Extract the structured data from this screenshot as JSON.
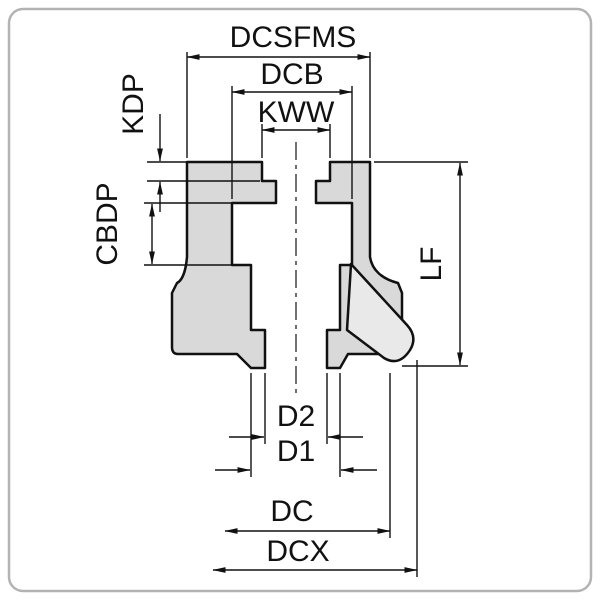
{
  "drawing": {
    "dimension_labels": {
      "dcsfms": "DCSFMS",
      "dcb": "DCB",
      "kww": "KWW",
      "kdp": "KDP",
      "cbdp": "CBDP",
      "lf": "LF",
      "d2": "D2",
      "d1": "D1",
      "dc": "DC",
      "dcx": "DCX"
    },
    "colors": {
      "body_fill": "#d9d9d9",
      "insert_fill": "#e9e9e9",
      "line_color": "#111111",
      "border_color": "#b3b3b3",
      "background": "#ffffff"
    }
  }
}
